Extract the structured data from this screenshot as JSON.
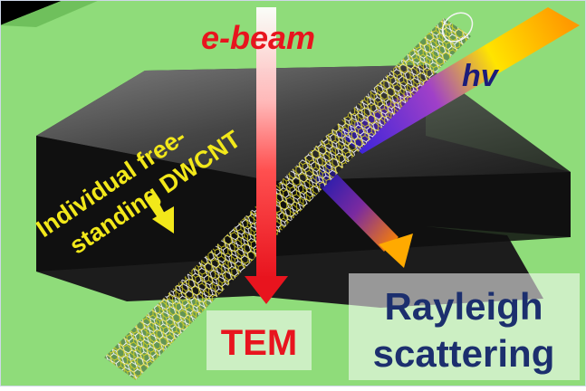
{
  "labels": {
    "ebeam": "e-beam",
    "hv": "hv",
    "cnt_line1": "Individual free-",
    "cnt_line2": "standing DWCNT",
    "tem": "TEM",
    "rayleigh_line1": "Rayleigh",
    "rayleigh_line2": "scattering"
  },
  "colors": {
    "background": "#000000",
    "substrate": "#8fdc7a",
    "substrate_dark": "#6fc05c",
    "slit": "#2a2a2a",
    "ebeam_text": "#e8141e",
    "hv_text": "#1c1c7a",
    "cnt_label_text": "#f2e81a",
    "tem_text": "#e8141e",
    "rayleigh_text": "#1c2f6e",
    "outer_tube": "#f4f4f4",
    "inner_tube": "#e6dc20"
  },
  "icons": [
    "electron-beam-arrow",
    "light-beam-arrow",
    "scattered-light-arrow",
    "pointer-arrow",
    "nanotube"
  ]
}
